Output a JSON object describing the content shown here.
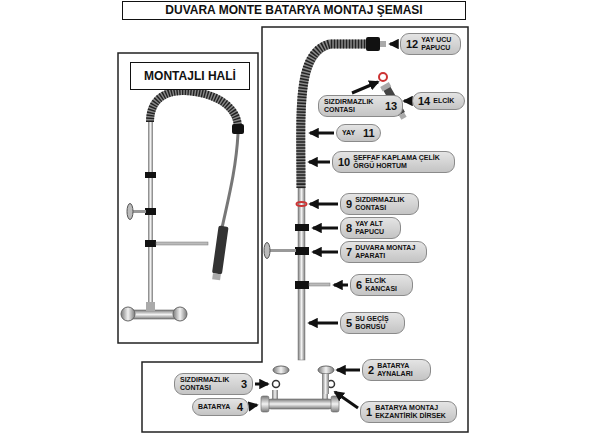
{
  "diagram": {
    "title": "DUVARA MONTE BATARYA MONTAJ ŞEMASI",
    "nodes": [
      {
        "text": [
          "MONTAJLI HALİ"
        ]
      },
      {
        "text": [
          "12",
          "YAY UCU PAPUCU"
        ]
      },
      {
        "text": [
          "SIZDIRMAZLIK CONTASI",
          "13"
        ]
      },
      {
        "text": [
          "14",
          "ELCİK"
        ]
      },
      {
        "text": [
          "YAY",
          "11"
        ]
      },
      {
        "text": [
          "10",
          "ŞEFFAF KAPLAMA ÇELİK ÖRGÜ HORTUM"
        ]
      },
      {
        "text": [
          "9",
          "SIZDIRMAZLIK CONTASI"
        ]
      },
      {
        "text": [
          "8",
          "YAY ALT PAPUCU"
        ]
      },
      {
        "text": [
          "7",
          "DUVARA MONTAJ APARATI"
        ]
      },
      {
        "text": [
          "6",
          "ELCİK KANCASI"
        ]
      },
      {
        "text": [
          "5",
          "SU GEÇİŞ BORUSU"
        ]
      },
      {
        "text": [
          "2",
          "BATARYA AYNALARI"
        ]
      },
      {
        "text": [
          "SIZDIRMAZLIK CONTASI",
          "3"
        ]
      },
      {
        "text": [
          "BATARYA",
          "4"
        ]
      },
      {
        "text": [
          "1",
          "BATARYA MONTAJ EKZANTİRİK DİRSEK"
        ]
      }
    ]
  }
}
